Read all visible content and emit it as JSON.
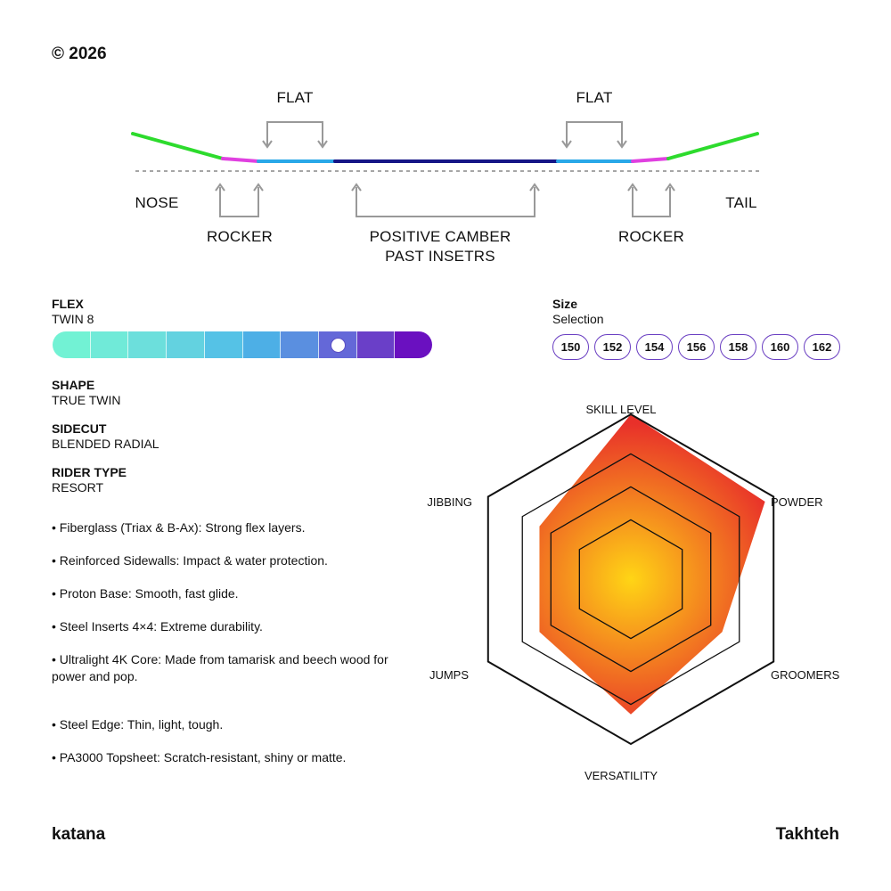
{
  "copyright": "© 2026",
  "profile": {
    "labels": {
      "flat_left": "FLAT",
      "flat_right": "FLAT",
      "nose": "NOSE",
      "tail": "TAIL",
      "rocker_left": "ROCKER",
      "rocker_right": "ROCKER",
      "camber_line1": "POSITIVE CAMBER",
      "camber_line2": "PAST INSETRS"
    },
    "colors": {
      "tip": "#2ddb2d",
      "rocker": "#e040e0",
      "flat": "#29a8e8",
      "camber": "#151586",
      "baseline": "#888888",
      "bracket": "#999999"
    }
  },
  "flex": {
    "heading": "FLEX",
    "value": "TWIN 8",
    "rating": 8,
    "max": 10,
    "segment_colors": [
      "#72f2d4",
      "#70ead8",
      "#6cdfdc",
      "#63d2e0",
      "#55c2e6",
      "#4dafe6",
      "#5a8fe0",
      "#6468d8",
      "#6a3fc8",
      "#6a10c0"
    ]
  },
  "specs": [
    {
      "heading": "SHAPE",
      "value": "TRUE TWIN"
    },
    {
      "heading": "SIDECUT",
      "value": "BLENDED RADIAL"
    },
    {
      "heading": "RIDER TYPE",
      "value": "RESORT"
    }
  ],
  "features": [
    "• Fiberglass (Triax & B-Ax): Strong flex layers.",
    "• Reinforced Sidewalls: Impact & water protection.",
    "• Proton Base: Smooth, fast glide.",
    "• Steel Inserts 4×4: Extreme durability.",
    "• Ultralight 4K Core: Made from tamarisk and beech wood for power and pop.",
    "• Steel Edge: Thin, light, tough.",
    "• PA3000 Topsheet: Scratch-resistant, shiny or matte."
  ],
  "size": {
    "heading": "Size",
    "subheading": "Selection",
    "options": [
      "150",
      "152",
      "154",
      "156",
      "158",
      "160",
      "162"
    ],
    "pill_border_color": "#6a3fc2"
  },
  "radar": {
    "max": 5,
    "axes": [
      {
        "label": "SKILL LEVEL",
        "value": 5
      },
      {
        "label": "POWDER",
        "value": 4.7
      },
      {
        "label": "GROOMERS",
        "value": 3.2
      },
      {
        "label": "VERSATILITY",
        "value": 4.1
      },
      {
        "label": "JUMPS",
        "value": 3.2
      },
      {
        "label": "JIBBING",
        "value": 3.2
      }
    ],
    "colors": {
      "outer": "#e8302a",
      "inner": "#ffd515",
      "grid": "#111111"
    }
  },
  "footer": {
    "left": "katana",
    "right": "Takhteh"
  }
}
